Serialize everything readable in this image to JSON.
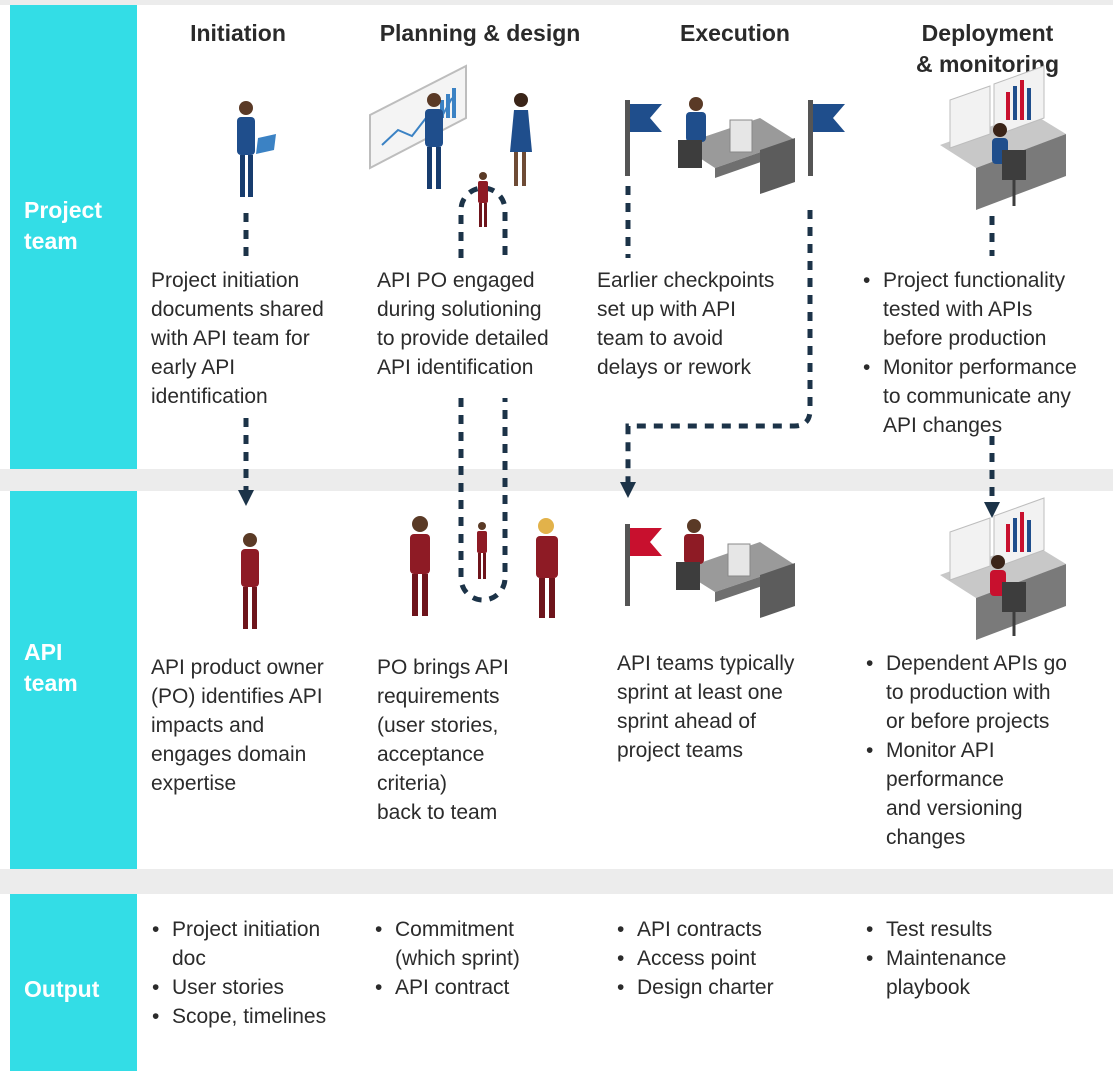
{
  "row_labels": {
    "project_team": "Project\nteam",
    "api_team": "API\nteam",
    "output": "Output"
  },
  "columns": {
    "initiation": "Initiation",
    "planning": "Planning & design",
    "execution": "Execution",
    "deployment": "Deployment\n& monitoring"
  },
  "project_team": {
    "initiation": "Project initiation\ndocuments shared\nwith API team for\nearly API\nidentification",
    "planning": "API PO engaged\nduring solutioning\nto provide detailed\nAPI identification",
    "execution": "Earlier checkpoints\nset up with API\nteam to avoid\ndelays or rework",
    "deployment": [
      "Project functionality\ntested with APIs\nbefore production",
      "Monitor performance\nto communicate any\nAPI changes"
    ]
  },
  "api_team": {
    "initiation": "API product owner\n(PO) identifies API\nimpacts and\nengages domain\nexpertise",
    "planning": "PO brings API\nrequirements\n(user stories,\nacceptance\ncriteria)\nback to team",
    "execution": "API teams typically\nsprint at least one\nsprint ahead of\nproject teams",
    "deployment": [
      "Dependent APIs go\nto production with\nor before projects",
      "Monitor API\nperformance\nand versioning\nchanges"
    ]
  },
  "output": {
    "initiation": [
      "Project initiation\ndoc",
      "User stories",
      "Scope, timelines"
    ],
    "planning": [
      "Commitment\n(which sprint)",
      "API contract"
    ],
    "execution": [
      "API contracts",
      "Access point",
      "Design charter"
    ],
    "deployment": [
      "Test results",
      "Maintenance\nplaybook"
    ]
  },
  "colors": {
    "accent": "#33dde6",
    "project_team_blue": "#1f4e8c",
    "api_team_red": "#8e1b25",
    "connector": "#1c3348",
    "flag_blue": "#1f4e8c",
    "flag_red": "#c8102e"
  }
}
